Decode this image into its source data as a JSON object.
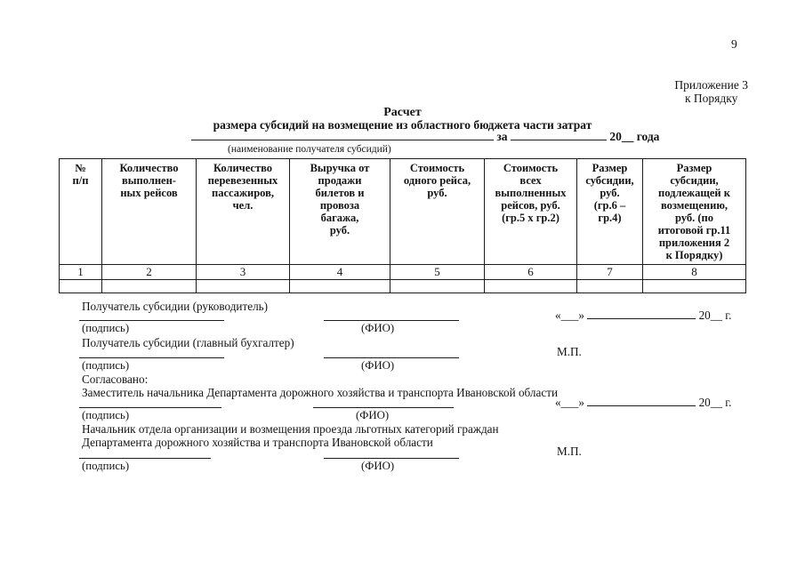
{
  "page_number": "9",
  "annex": {
    "line1": "Приложение 3",
    "line2": "к Порядку"
  },
  "title": {
    "line1": "Расчет",
    "line2": "размера субсидий на возмещение из областного бюджета части затрат",
    "za": "за",
    "year_blank": "20__ года",
    "caption": "(наименование получателя субсидий)"
  },
  "table": {
    "headers": [
      "№\nп/п",
      "Количество\nвыполнен-\nных рейсов",
      "Количество\nперевезенных\nпассажиров,\nчел.",
      "Выручка от\nпродажи\nбилетов и\nпровоза\nбагажа,\nруб.",
      "Стоимость\nодного рейса,\nруб.",
      "Стоимость\nвсех\nвыполненных\nрейсов, руб.\n(гр.5 х гр.2)",
      "Размер\nсубсидии,\nруб.\n(гр.6 –\nгр.4)",
      "Размер\nсубсидии,\nподлежащей к\nвозмещению,\nруб. (по\nитоговой гр.11\nприложения 2\nк Порядку)"
    ],
    "numbers": [
      "1",
      "2",
      "3",
      "4",
      "5",
      "6",
      "7",
      "8"
    ]
  },
  "sign": {
    "recipient_head": "Получатель субсидии (руководитель)",
    "recipient_accountant": "Получатель субсидии (главный бухгалтер)",
    "agreed": "Согласовано:",
    "deputy": "Заместитель начальника Департамента дорожного хозяйства и транспорта Ивановской области",
    "chief_line1": "Начальник отдела организации и возмещения проезда льготных категорий граждан",
    "chief_line2": "Департамента дорожного хозяйства и транспорта Ивановской области",
    "label_podpis": "(подпись)",
    "label_fio": "(ФИО)",
    "stamp": "М.П.",
    "date_open": "«___»",
    "date_year": "20__ г."
  }
}
